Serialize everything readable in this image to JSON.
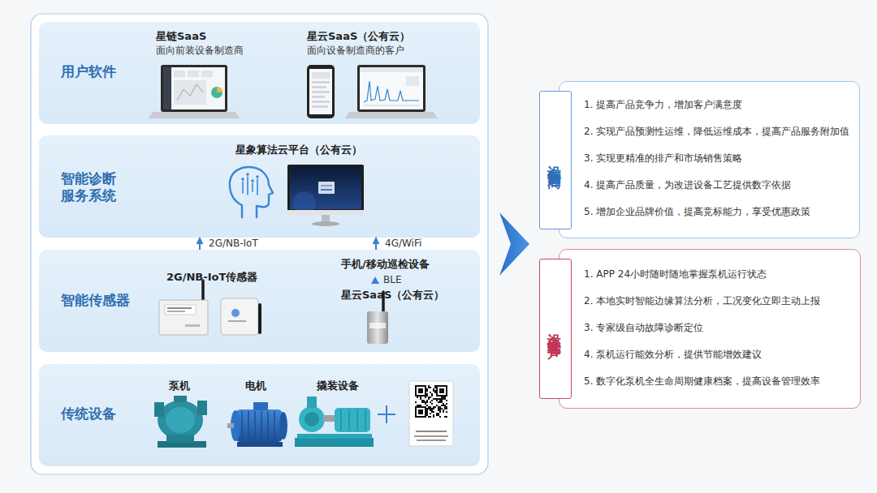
{
  "diagram": {
    "nodes": [
      {
        "text": [
          "用户软件",
          "星链SaaS",
          "面向前装设备制造商",
          "星云SaaS（公有云）",
          "面向设备制造商的客户"
        ]
      },
      {
        "text": [
          "智能诊断 服务系统",
          "星象算法云平台（公有云）"
        ]
      },
      {
        "text": [
          "智能传感器",
          "2G/NB-IoT传感器",
          "手机/移动巡检设备",
          "BLE",
          "星云SaaS（公有云）"
        ]
      },
      {
        "text": [
          "传统设备",
          "泵机",
          "电机",
          "撬装设备"
        ]
      },
      {
        "text": [
          "设备制造商"
        ]
      },
      {
        "text": [
          "1. 提高产品竞争力，增加客户满意度",
          "2. 实现产品预测性运维，降低运维成本，提高产品服务附加值",
          "3. 实现更精准的排产和市场销售策略",
          "4. 提高产品质量，为改进设备工艺提供数字依据",
          "5. 增加企业品牌价值，提高竞标能力，享受优惠政策"
        ]
      },
      {
        "text": [
          "设备终端客户"
        ]
      },
      {
        "text": [
          "1. APP 24小时随时随地掌握泵机运行状态",
          "2. 本地实时智能边缘算法分析，工况变化立即主动上报",
          "3. 专家级自动故障诊断定位",
          "4. 泵机运行能效分析，提供节能增效建议",
          "5. 数字化泵机全生命周期健康档案，提高设备管理效率"
        ]
      }
    ],
    "edges": [
      {
        "from": 2,
        "to": 1,
        "arrow": "to",
        "label": "2G/NB-IoT"
      },
      {
        "from": 2,
        "to": 1,
        "arrow": "to",
        "label": "4G/WiFi"
      }
    ]
  }
}
